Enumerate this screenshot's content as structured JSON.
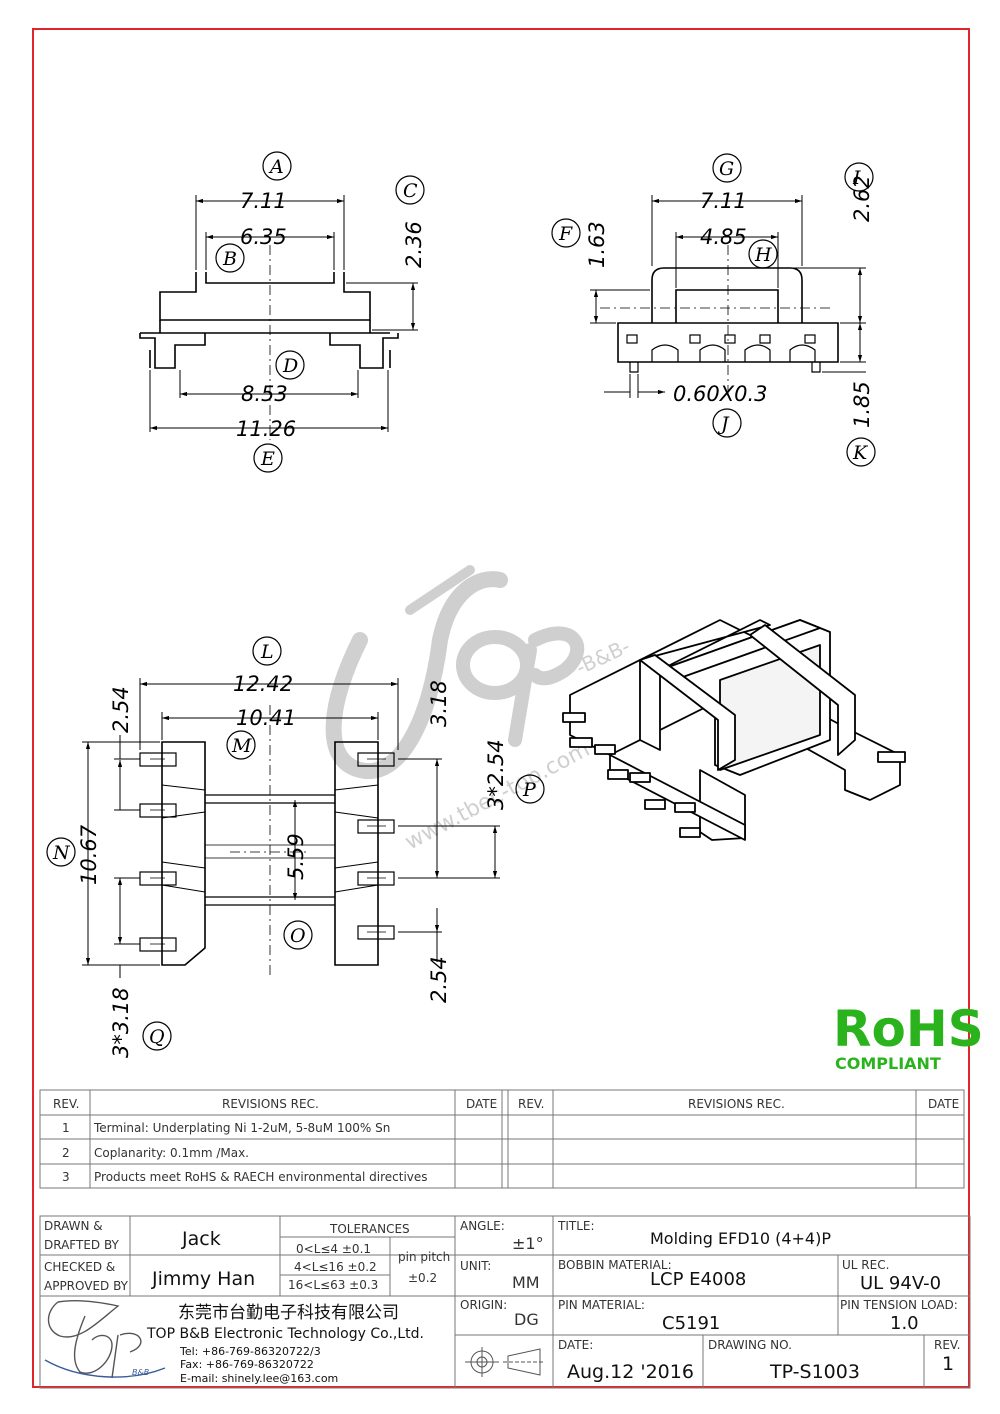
{
  "drawing": {
    "top_view": {
      "labels": {
        "A": "A",
        "B": "B",
        "C": "C",
        "D": "D",
        "E": "E"
      },
      "dims": {
        "a": "7.11",
        "b": "6.35",
        "c": "2.36",
        "d": "8.53",
        "e": "11.26"
      }
    },
    "side_view": {
      "labels": {
        "F": "F",
        "G": "G",
        "H": "H",
        "I": "I",
        "J": "J",
        "K": "K"
      },
      "dims": {
        "f": "1.63",
        "g": "7.11",
        "h": "4.85",
        "i": "2.62",
        "j": "0.60X0.3",
        "k": "1.85"
      }
    },
    "bottom_view": {
      "labels": {
        "L": "L",
        "M": "M",
        "N": "N",
        "O": "O",
        "P": "P",
        "Q": "Q"
      },
      "dims": {
        "l": "12.42",
        "m": "10.41",
        "n": "10.67",
        "o": "5.59",
        "p": "3*2.54",
        "q": "3*3.18",
        "left_top": "2.54",
        "right_top": "3.18",
        "right_bottom": "2.54"
      }
    },
    "watermark": "www.tbec-top.com",
    "rohs": {
      "logo": "RoHS",
      "sub": "COMPLIANT",
      "color": "#2ab31d"
    }
  },
  "revisions": {
    "headers": {
      "rev": "REV.",
      "rec": "REVISIONS   REC.",
      "date": "DATE"
    },
    "rows": [
      {
        "rev": "1",
        "text": "Terminal: Underplating Ni 1-2uM, 5-8uM 100% Sn"
      },
      {
        "rev": "2",
        "text": "Coplanarity: 0.1mm /Max."
      },
      {
        "rev": "3",
        "text": "Products meet RoHS & RAECH environmental directives"
      }
    ]
  },
  "title_block": {
    "drawn_label1": "DRAWN &",
    "drawn_label2": "DRAFTED BY",
    "drawn_value": "Jack",
    "checked_label1": "CHECKED &",
    "checked_label2": "APPROVED BY",
    "checked_value": "Jimmy Han",
    "tol_title": "TOLERANCES",
    "tol_rows": [
      "0<L≤4   ±0.1",
      "4<L≤16  ±0.2",
      "16<L≤63  ±0.3"
    ],
    "pin_pitch_label1": "pin pitch",
    "pin_pitch_value": "±0.2",
    "angle_label": "ANGLE:",
    "angle_value": "±1°",
    "unit_label": "UNIT:",
    "unit_value": "MM",
    "origin_label": "ORIGIN:",
    "origin_value": "DG",
    "title_label": "TITLE:",
    "title_value": "Molding EFD10 (4+4)P",
    "bobbin_label": "BOBBIN MATERIAL:",
    "bobbin_value": "LCP E4008",
    "ul_label": "UL REC.",
    "ul_value": "UL 94V-0",
    "pinmat_label": "PIN MATERIAL:",
    "pinmat_value": "C5191",
    "tension_label": "PIN TENSION LOAD:",
    "tension_value": "1.0",
    "date_label": "DATE:",
    "date_value": "Aug.12 '2016",
    "dwg_label": "DRAWING NO.",
    "dwg_value": "TP-S1003",
    "rev_label": "REV.",
    "rev_value": "1",
    "company_cn": "东莞市台勤电子科技有限公司",
    "company_en": "TOP B&B Electronic Technology Co.,Ltd.",
    "tel": "Tel: +86-769-86320722/3",
    "fax": "Fax: +86-769-86320722",
    "email": "E-mail: shinely.lee@163.com",
    "logo_sub": "B&B"
  }
}
